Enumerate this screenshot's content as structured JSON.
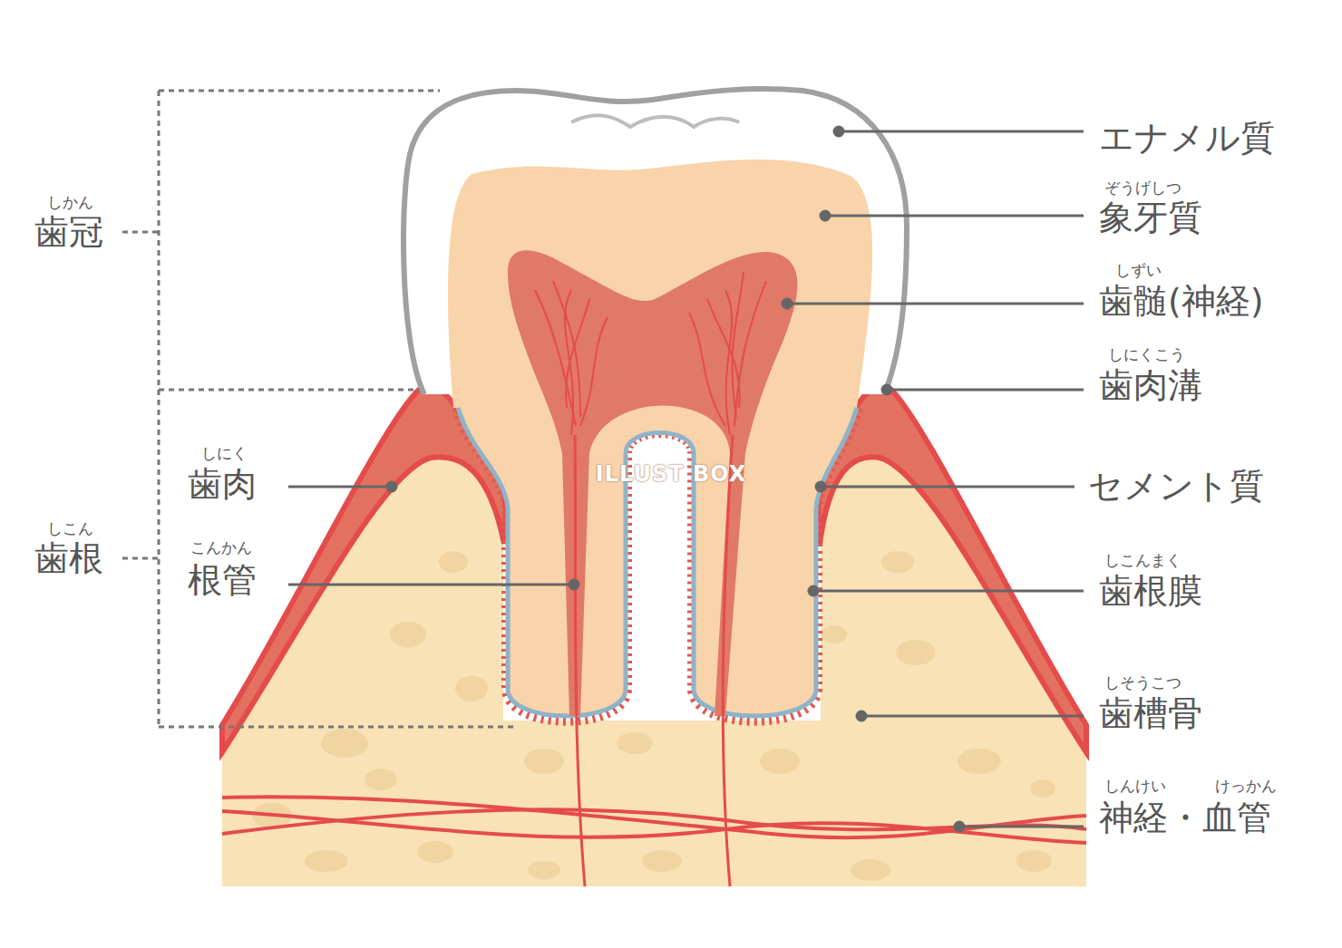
{
  "diagram": {
    "labels": [
      "しかん",
      "歯冠",
      "しこん",
      "歯根",
      "しにく",
      "歯肉",
      "こんかん",
      "根管",
      "エナメル質",
      "ぞうげしつ",
      "象牙質",
      "しずい",
      "歯髄(神経)",
      "しにくこう",
      "歯肉溝",
      "セメント質",
      "しこんまく",
      "歯根膜",
      "しそうこつ",
      "歯槽骨",
      "しんけい",
      "けっかん",
      "神経・血管",
      "ILLUST BOX"
    ]
  }
}
